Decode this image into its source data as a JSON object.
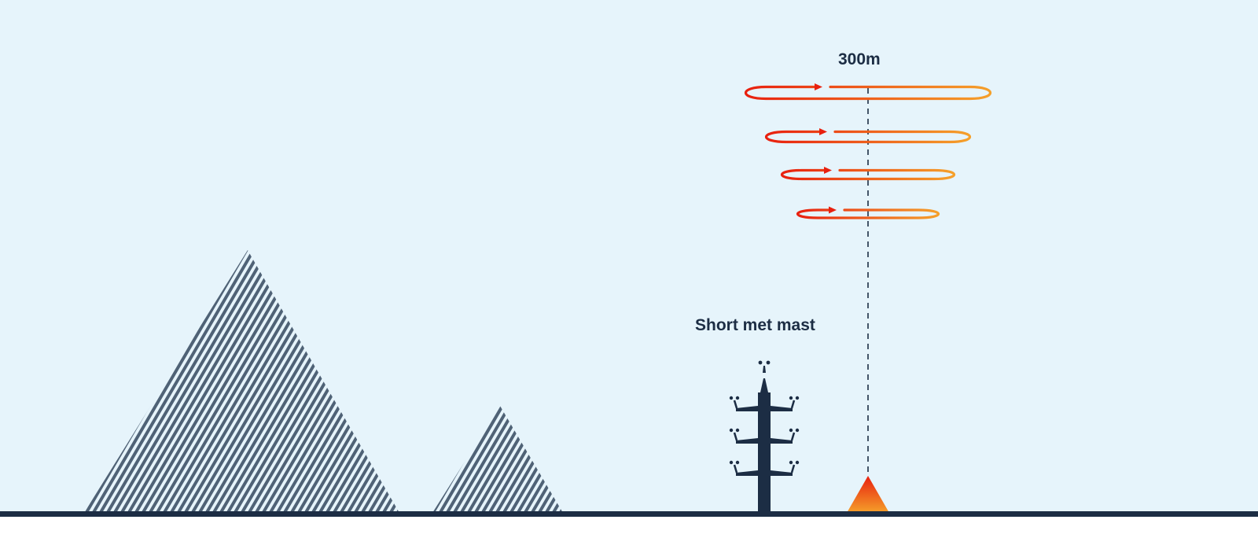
{
  "labels": {
    "height": "300m",
    "mast": "Short met mast"
  },
  "colors": {
    "sky": "#e6f4fb",
    "ground": "#1c2d44",
    "hill": "#4f6276",
    "mast": "#1c2d44",
    "text": "#1c2d44",
    "loop_start": "#e8200f",
    "loop_end": "#f5a02a",
    "beam": "#1c2d44"
  },
  "icons": {
    "sensor": "lidar-sensor-icon",
    "mast": "met-mast-icon",
    "hills": "striped-hills-icon",
    "wind": "wind-loop-icon"
  },
  "wind_loops": [
    {
      "level": 1
    },
    {
      "level": 2
    },
    {
      "level": 3
    },
    {
      "level": 4
    }
  ]
}
